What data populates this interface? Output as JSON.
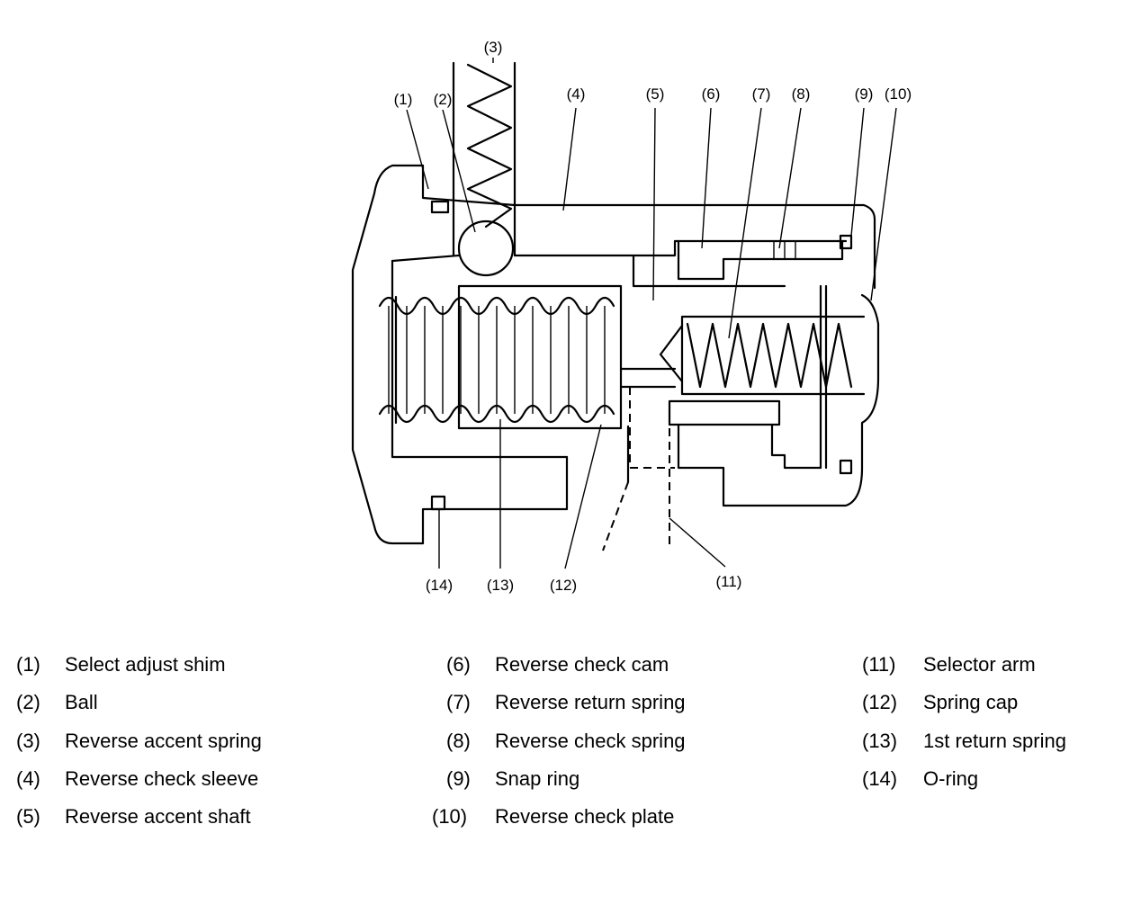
{
  "callouts": [
    {
      "id": "1",
      "text": "(1)"
    },
    {
      "id": "2",
      "text": "(2)"
    },
    {
      "id": "3",
      "text": "(3)"
    },
    {
      "id": "4",
      "text": "(4)"
    },
    {
      "id": "5",
      "text": "(5)"
    },
    {
      "id": "6",
      "text": "(6)"
    },
    {
      "id": "7",
      "text": "(7)"
    },
    {
      "id": "8",
      "text": "(8)"
    },
    {
      "id": "9",
      "text": "(9)"
    },
    {
      "id": "10",
      "text": "(10)"
    },
    {
      "id": "11",
      "text": "(11)"
    },
    {
      "id": "12",
      "text": "(12)"
    },
    {
      "id": "13",
      "text": "(13)"
    },
    {
      "id": "14",
      "text": "(14)"
    }
  ],
  "legend": [
    {
      "num": "(1)",
      "label": "Select adjust shim"
    },
    {
      "num": "(2)",
      "label": "Ball"
    },
    {
      "num": "(3)",
      "label": "Reverse accent spring"
    },
    {
      "num": "(4)",
      "label": "Reverse check sleeve"
    },
    {
      "num": "(5)",
      "label": "Reverse accent shaft"
    },
    {
      "num": "(6)",
      "label": "Reverse check cam"
    },
    {
      "num": "(7)",
      "label": "Reverse return spring"
    },
    {
      "num": "(8)",
      "label": "Reverse check spring"
    },
    {
      "num": "(9)",
      "label": "Snap ring"
    },
    {
      "num": "(10)",
      "label": "Reverse check plate"
    },
    {
      "num": "(11)",
      "label": "Selector arm"
    },
    {
      "num": "(12)",
      "label": "Spring cap"
    },
    {
      "num": "(13)",
      "label": "1st return spring"
    },
    {
      "num": "(14)",
      "label": "O-ring"
    }
  ]
}
